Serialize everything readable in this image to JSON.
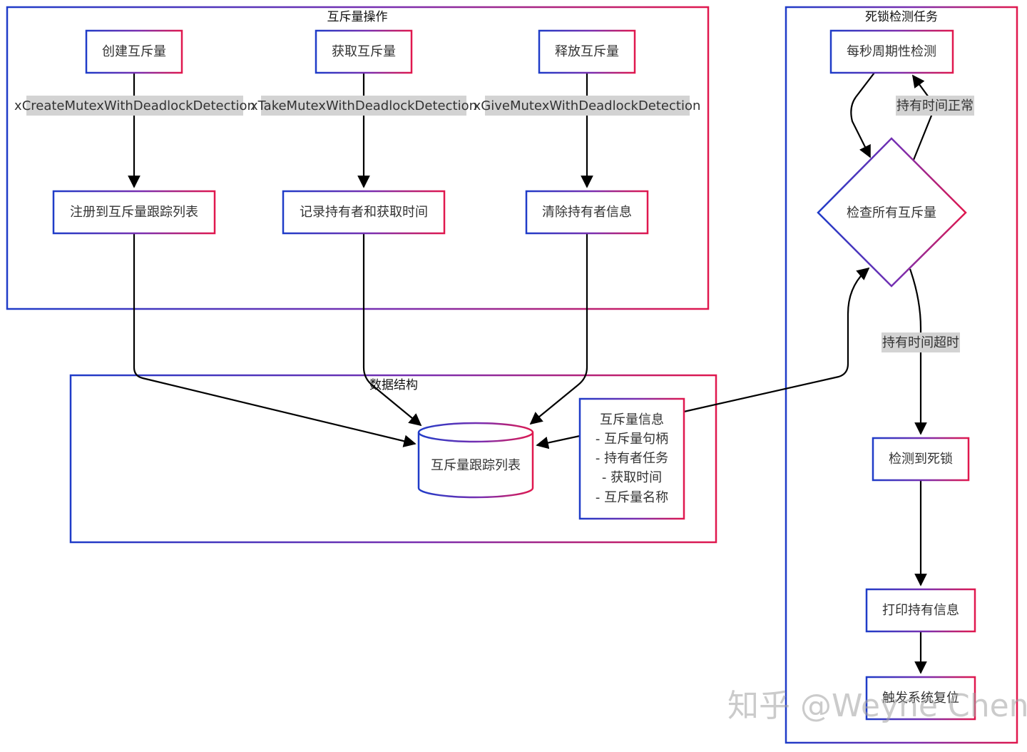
{
  "clusters": {
    "mutex_ops": "互斥量操作",
    "deadlock_task": "死锁检测任务",
    "data_struct": "数据结构"
  },
  "nodes": {
    "create": "创建互斥量",
    "take": "获取互斥量",
    "give": "释放互斥量",
    "register": "注册到互斥量跟踪列表",
    "record": "记录持有者和获取时间",
    "clear": "清除持有者信息",
    "periodic": "每秒周期性检测",
    "check": "检查所有互斥量",
    "detected": "检测到死锁",
    "print": "打印持有信息",
    "reset": "触发系统复位",
    "tracking_list": "互斥量跟踪列表",
    "mutex_info": [
      "互斥量信息",
      "- 互斥量句柄",
      "- 持有者任务",
      "- 获取时间",
      "- 互斥量名称"
    ]
  },
  "edge_labels": {
    "create_fn": "xCreateMutexWithDeadlockDetection",
    "take_fn": "xTakeMutexWithDeadlockDetection",
    "give_fn": "xGiveMutexWithDeadlockDetection",
    "normal": "持有时间正常",
    "timeout": "持有时间超时"
  },
  "watermark": "知乎 @Weyne Chen",
  "colors": {
    "gradient_start": "#1f3cc8",
    "gradient_mid": "#7b2fb0",
    "gradient_end": "#e0184e",
    "edge": "#000000",
    "label_bg": "#d3d3d3"
  }
}
